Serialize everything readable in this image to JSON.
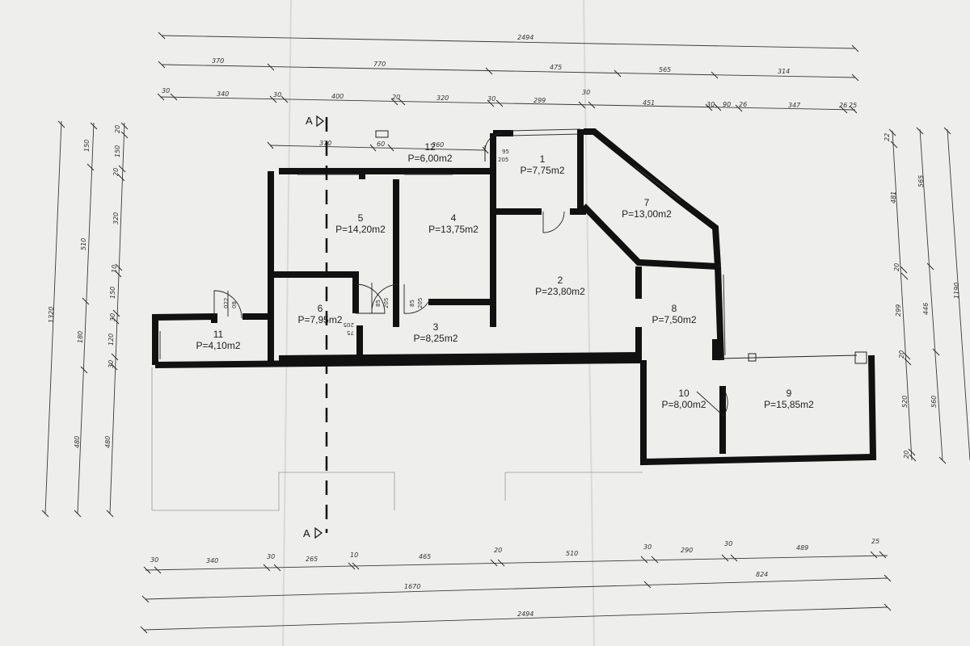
{
  "section": {
    "marker_top": "A",
    "marker_bottom": "A"
  },
  "rooms": [
    {
      "id": "1",
      "num": "1",
      "area": "P=7,75m2"
    },
    {
      "id": "2",
      "num": "2",
      "area": "P=23,80m2"
    },
    {
      "id": "3",
      "num": "3",
      "area": "P=8,25m2"
    },
    {
      "id": "4",
      "num": "4",
      "area": "P=13,75m2"
    },
    {
      "id": "5",
      "num": "5",
      "area": "P=14,20m2"
    },
    {
      "id": "6",
      "num": "6",
      "area": "P=7,95m2"
    },
    {
      "id": "7",
      "num": "7",
      "area": "P=13,00m2"
    },
    {
      "id": "8",
      "num": "8",
      "area": "P=7,50m2"
    },
    {
      "id": "9",
      "num": "9",
      "area": "P=15,85m2"
    },
    {
      "id": "10",
      "num": "10",
      "area": "P=8,00m2"
    },
    {
      "id": "11",
      "num": "11",
      "area": "P=4,10m2"
    },
    {
      "id": "12",
      "num": "12",
      "area": "P=6,00m2"
    }
  ],
  "dimensions": {
    "top_total": "2494",
    "top_row2": [
      "370",
      "770",
      "475",
      "565",
      "314"
    ],
    "top_row3": [
      "30",
      "340",
      "30",
      "400",
      "20",
      "320",
      "30",
      "299",
      "30",
      "451",
      "30",
      "90",
      "26",
      "347",
      "26",
      "25"
    ],
    "top_inner": [
      "370",
      "60",
      "360"
    ],
    "bottom_row1": [
      "30",
      "340",
      "30",
      "265",
      "10",
      "465",
      "20",
      "510",
      "30",
      "290",
      "30",
      "489",
      "25"
    ],
    "bottom_row2": [
      "1670",
      "824"
    ],
    "bottom_total": "2494",
    "left_total": "1320",
    "left_row2": [
      "150",
      "510",
      "180",
      "480"
    ],
    "left_row3": [
      "20",
      "150",
      "20",
      "320",
      "10",
      "150",
      "30",
      "120",
      "30",
      "480"
    ],
    "right_row1": [
      "22",
      "481",
      "20",
      "299",
      "20",
      "520",
      "20"
    ],
    "right_row2": [
      "565",
      "446",
      "560"
    ],
    "right_total": "1190"
  },
  "door_marks": {
    "d12": [
      "95",
      "205"
    ],
    "d11": [
      "022",
      "08"
    ],
    "d6": [
      "205",
      "75"
    ],
    "d5": [
      "85",
      "205"
    ],
    "d3": [
      "85",
      "205"
    ]
  }
}
